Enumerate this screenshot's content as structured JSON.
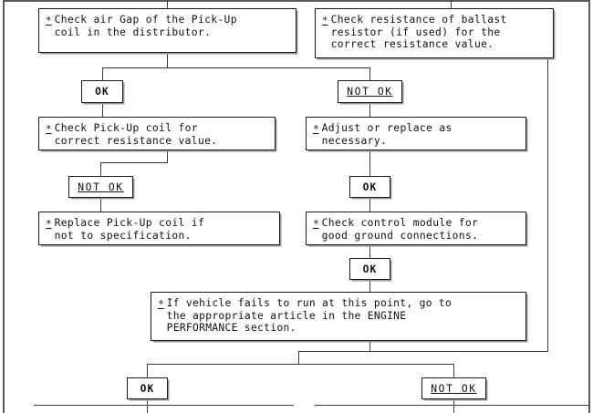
{
  "document": {
    "kind": "diagnostic-flowchart",
    "bullet_glyph": "*"
  },
  "nodes": {
    "check_air_gap": {
      "text": "Check air Gap of the Pick-Up\ncoil in the distributor."
    },
    "check_ballast_resistor": {
      "text": "Check resistance of ballast\nresistor (if used) for the\ncorrect resistance value."
    },
    "check_pickup_resistance": {
      "text": "Check Pick-Up coil for\ncorrect resistance value."
    },
    "adjust_or_replace": {
      "text": "Adjust or replace as\nnecessary."
    },
    "replace_pickup_coil": {
      "text": "Replace Pick-Up coil if\nnot to specification."
    },
    "check_control_module": {
      "text": "Check control module for\ngood ground connections."
    },
    "engine_performance": {
      "text": "If vehicle fails to run at this point, go to\nthe appropriate article in the ENGINE\nPERFORMANCE section."
    }
  },
  "tags": {
    "ok_1": "OK",
    "not_ok_1": "NOT OK",
    "not_ok_2": "NOT OK",
    "ok_2": "OK",
    "ok_3": "OK",
    "ok_4": "OK",
    "not_ok_3": "NOT OK"
  },
  "colors": {
    "ink": "#111111",
    "line": "#3a3a3c",
    "frame": "#555a5e",
    "paper": "#ffffff",
    "shadow": "#9a9a9a"
  }
}
